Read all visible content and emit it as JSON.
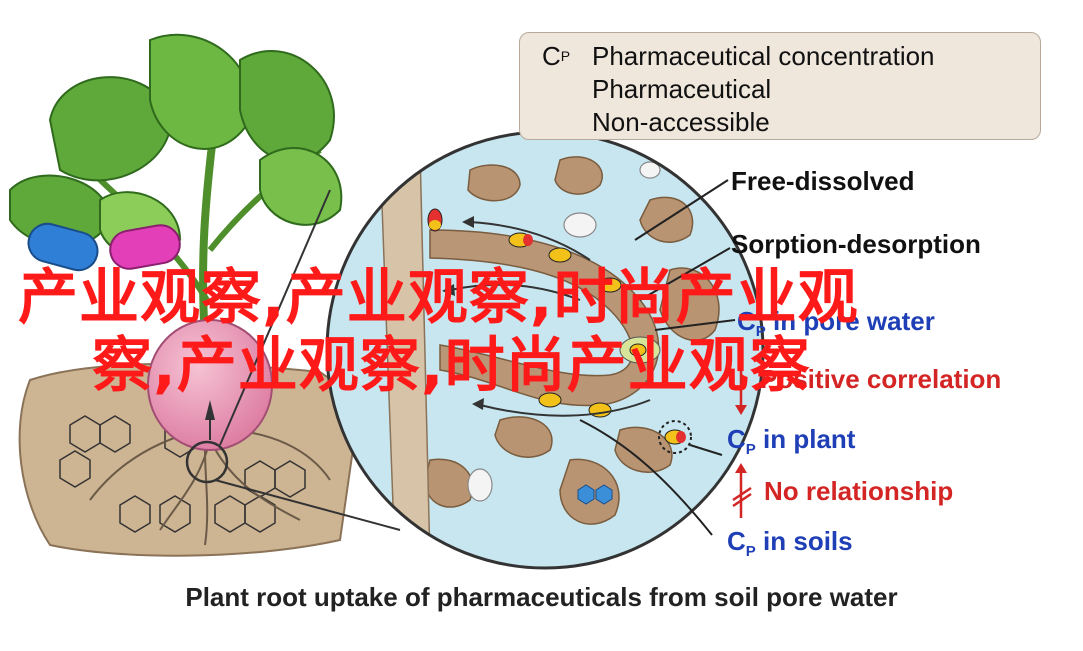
{
  "legend": {
    "cp_symbol": "C",
    "cp_subscript": "P",
    "items": [
      {
        "label": "Pharmaceutical concentration"
      },
      {
        "label": "Pharmaceutical"
      },
      {
        "label": "Non-accessible"
      }
    ]
  },
  "labels": {
    "free_dissolved": "Free-dissolved",
    "sorption_desorption": "Sorption-desorption",
    "cp_pore_water": "in pore water",
    "positive_correlation": "Positive correlation",
    "cp_plant": "in plant",
    "no_relationship": "No relationship",
    "cp_soils": "in soils"
  },
  "caption": "Plant root uptake of pharmaceuticals from soil pore water",
  "watermark": {
    "line1": "产业观察,产业观察,时尚产业观",
    "line2": "察,产业观察,时尚产业观察"
  },
  "colors": {
    "leaf": "#5fa83a",
    "stem": "#7fbf3f",
    "root_bulb": "#e88fae",
    "soil": "#c9b08e",
    "water": "#bfe0ec",
    "legend_bg": "#efe6dc",
    "blue_text": "#1f3fb6",
    "red_text": "#d42525"
  }
}
